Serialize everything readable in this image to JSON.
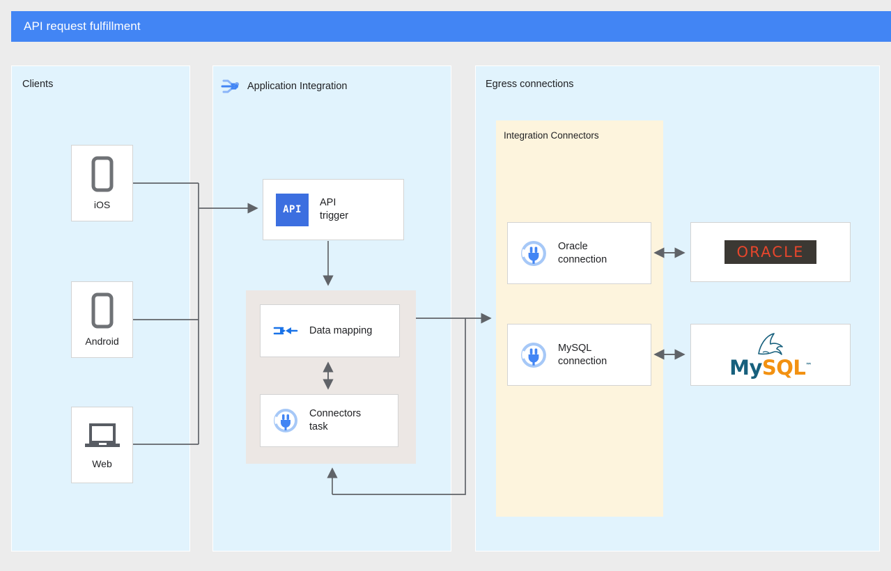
{
  "header": {
    "title": "API request fulfillment",
    "color": "#4285f4"
  },
  "panels": {
    "clients": {
      "label": "Clients",
      "bg": "#e1f3fd"
    },
    "application_integration": {
      "label": "Application Integration",
      "icon": "application-integration-icon",
      "bg": "#e1f3fd"
    },
    "egress": {
      "label": "Egress connections",
      "bg": "#e1f3fd"
    },
    "integration_connectors": {
      "label": "Integration Connectors",
      "bg": "#fdf4dd"
    }
  },
  "clients": [
    {
      "label": "iOS",
      "icon": "phone-icon"
    },
    {
      "label": "Android",
      "icon": "phone-icon"
    },
    {
      "label": "Web",
      "icon": "laptop-icon"
    }
  ],
  "integration_nodes": {
    "api_trigger": {
      "label": "API\ntrigger",
      "icon": "api-trigger-icon",
      "icon_text": "API"
    },
    "data_mapping": {
      "label": "Data mapping",
      "icon": "data-mapping-icon"
    },
    "connectors_task": {
      "label": "Connectors\ntask",
      "icon": "connector-plug-icon"
    }
  },
  "connections": [
    {
      "label": "Oracle\nconnection",
      "icon": "connector-plug-icon"
    },
    {
      "label": "MySQL\nconnection",
      "icon": "connector-plug-icon"
    }
  ],
  "databases": [
    {
      "name": "oracle-logo",
      "text": "ORACLE",
      "bg": "#3b3833",
      "fg": "#e8462c"
    },
    {
      "name": "mysql-logo",
      "text_primary": "My",
      "text_secondary": "SQL",
      "trademark": "™",
      "fg_primary": "#17607d",
      "fg_secondary": "#f29111"
    }
  ],
  "edges": {
    "stroke": "#606368"
  }
}
